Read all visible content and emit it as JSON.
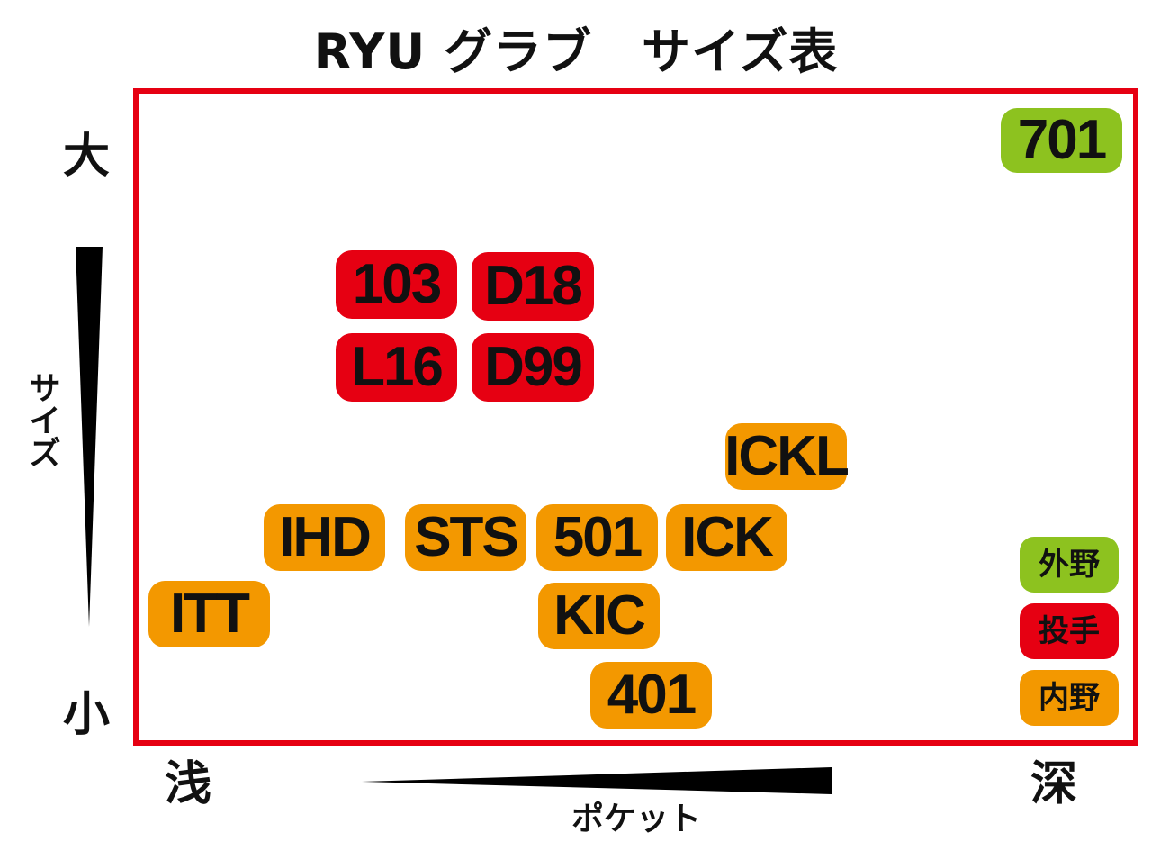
{
  "title": "RYU グラブ　サイズ表",
  "axes": {
    "size_label": "サイズ",
    "size_large": "大",
    "size_small": "小",
    "pocket_label": "ポケット",
    "pocket_shallow": "浅",
    "pocket_deep": "深"
  },
  "colors": {
    "frame": "#e60012",
    "outfield": "#8dc21f",
    "pitcher": "#e60012",
    "infield": "#f39800"
  },
  "gloves": [
    {
      "id": "701",
      "category": "outfield"
    },
    {
      "id": "103",
      "category": "pitcher"
    },
    {
      "id": "D18",
      "category": "pitcher"
    },
    {
      "id": "L16",
      "category": "pitcher"
    },
    {
      "id": "D99",
      "category": "pitcher"
    },
    {
      "id": "ICKL",
      "category": "infield"
    },
    {
      "id": "IHD",
      "category": "infield"
    },
    {
      "id": "STS",
      "category": "infield"
    },
    {
      "id": "501",
      "category": "infield"
    },
    {
      "id": "ICK",
      "category": "infield"
    },
    {
      "id": "ITT",
      "category": "infield"
    },
    {
      "id": "KIC",
      "category": "infield"
    },
    {
      "id": "401",
      "category": "infield"
    }
  ],
  "legend": [
    {
      "label": "外野",
      "category": "outfield"
    },
    {
      "label": "投手",
      "category": "pitcher"
    },
    {
      "label": "内野",
      "category": "infield"
    }
  ]
}
